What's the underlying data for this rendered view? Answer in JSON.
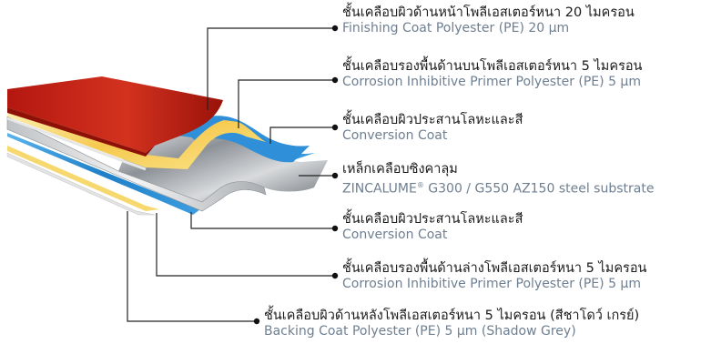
{
  "layers": [
    {
      "th": "ชั้นเคลือบผิวด้านหน้าโพลีเอสเตอร์หนา 20 ไมครอน",
      "en": "Finishing Coat Polyester (PE) 20 µm"
    },
    {
      "th": "ชั้นเคลือบรองพื้นด้านบนโพลีเอสเตอร์หนา 5 ไมครอน",
      "en": "Corrosion Inhibitive Primer Polyester (PE) 5 µm"
    },
    {
      "th": "ชั้นเคลือบผิวประสานโลหะและสี",
      "en": "Conversion Coat"
    },
    {
      "th": "เหล็กเคลือบซิงคาลุม",
      "en": "ZINCALUME",
      "en_sup": "®",
      "en_rest": " G300 / G550 AZ150 steel substrate"
    },
    {
      "th": "ชั้นเคลือบผิวประสานโลหะและสี",
      "en": "Conversion Coat"
    },
    {
      "th": "ชั้นเคลือบรองพื้นด้านล่างโพลีเอสเตอร์หนา 5 ไมครอน",
      "en": "Corrosion Inhibitive Primer Polyester (PE) 5 µm"
    },
    {
      "th": "ชั้นเคลือบผิวด้านหลังโพลีเอสเตอร์หนา 5 ไมครอน (สีชาโดว์ เกรย์)",
      "en": "Backing Coat Polyester (PE) 5 µm (Shadow Grey)"
    }
  ],
  "colors": {
    "finish_red": "#c8241a",
    "primer_yellow": "#f7d978",
    "conversion_blue": "#2b8fd6",
    "steel_grey": "#9aa0a6",
    "backing_grey": "#d4d4d4",
    "leader_line": "#222222",
    "en_text": "#6e7f92"
  }
}
